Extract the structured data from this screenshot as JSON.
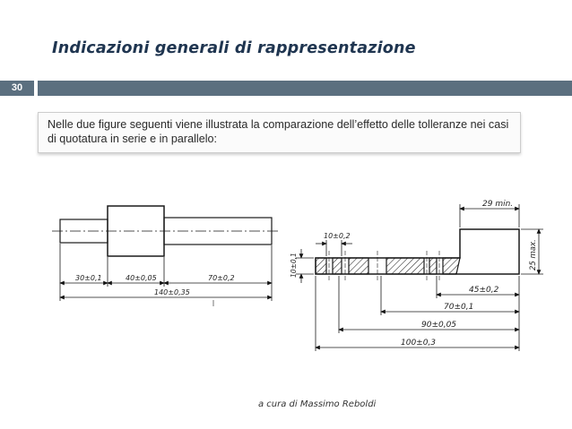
{
  "header": {
    "title": "Indicazioni generali di rappresentazione",
    "slide_number": "30",
    "bar_color": "#5b6f7f"
  },
  "callout": {
    "text": "Nelle due figure seguenti viene illustrata la comparazione dell’effetto delle tolleranze nei casi di quotatura in serie e in parallelo:"
  },
  "figure_left": {
    "dim_1": "30±0,1",
    "dim_2": "40±0,05",
    "dim_3": "70±0,2",
    "dim_total": "140±0,35"
  },
  "figure_right": {
    "dim_29": "29 min.",
    "dim_10": "10±0,2",
    "dim_10v": "10±0,1",
    "dim_25": "25 max.",
    "dim_45": "45±0,2",
    "dim_70": "70±0,1",
    "dim_90": "90±0,05",
    "dim_100": "100±0,3"
  },
  "footer": {
    "credit": "a cura di Massimo Reboldi"
  }
}
